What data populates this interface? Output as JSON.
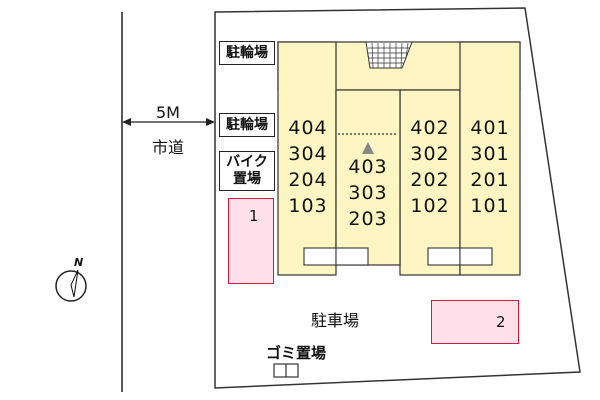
{
  "road": {
    "width_label": "5M",
    "name": "市道"
  },
  "bicycle_parking_1": "駐輪場",
  "bicycle_parking_2": "駐輪場",
  "bike_parking": {
    "line1": "バイク",
    "line2": "置場"
  },
  "units": {
    "col_left": [
      "404",
      "304",
      "204",
      "103"
    ],
    "col_center": [
      "403",
      "303",
      "203"
    ],
    "col_mid_right": [
      "402",
      "302",
      "202",
      "102"
    ],
    "col_right": [
      "401",
      "301",
      "201",
      "101"
    ]
  },
  "parking_area": "駐車場",
  "parking_spot_1": "1",
  "parking_spot_2": "2",
  "garbage": "ゴミ置場",
  "compass": "N",
  "colors": {
    "building": "#fdf5c2",
    "parking_fill": "#ffe0ea",
    "parking_border": "#d21c3a",
    "site_border": "#333333"
  }
}
